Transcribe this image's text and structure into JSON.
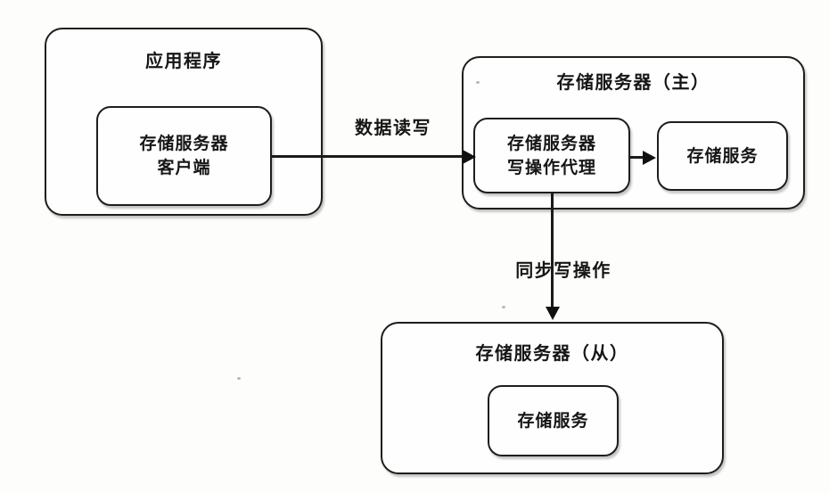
{
  "colors": {
    "background": "#fdfdfb",
    "line": "#1b1b1b",
    "box_fill": "#fefefe",
    "text": "#161616"
  },
  "nodes": {
    "application": {
      "title": "应用程序"
    },
    "storage_client": {
      "line1": "存储服务器",
      "line2": "客户端"
    },
    "primary_server": {
      "title": "存储服务器（主）"
    },
    "write_proxy": {
      "line1": "存储服务器",
      "line2": "写操作代理"
    },
    "primary_service": {
      "label": "存储服务"
    },
    "secondary_server": {
      "title": "存储服务器（从）"
    },
    "secondary_service": {
      "label": "存储服务"
    }
  },
  "edges": {
    "data_read_write": {
      "label": "数据读写"
    },
    "sync_write": {
      "label": "同步写操作"
    }
  }
}
